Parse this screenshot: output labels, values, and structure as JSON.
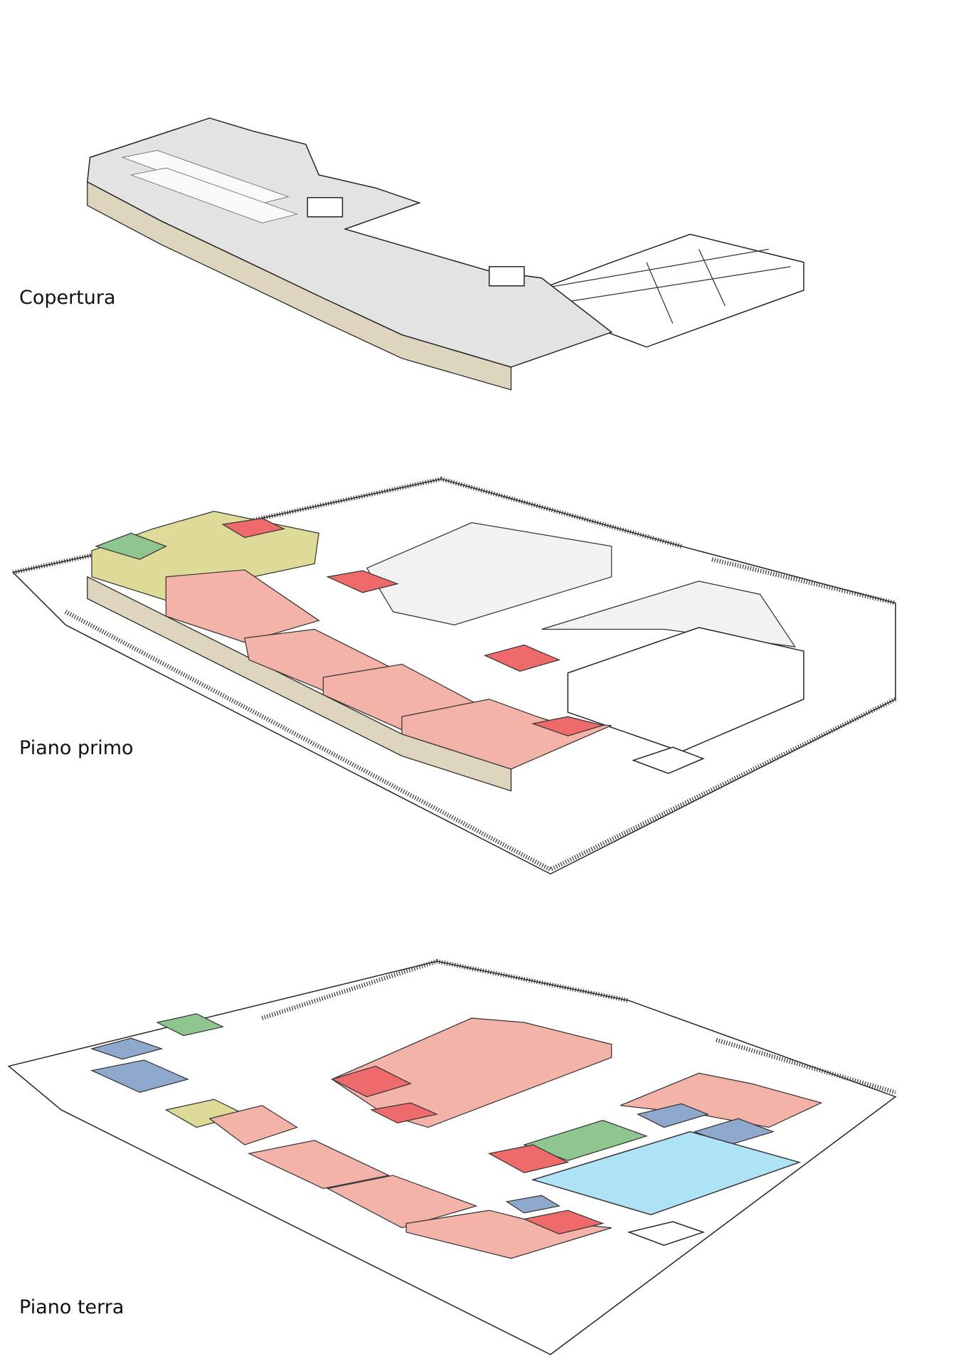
{
  "labels": {
    "roof": "Copertura",
    "first_floor": "Piano primo",
    "ground_floor": "Piano terra"
  },
  "colors": {
    "roof": "#e3e3e3",
    "facade": "#ddd5bd",
    "classroom": "#f4b3a8",
    "services": "#ef6b6b",
    "green_zone": "#8fc690",
    "yellow_zone": "#dedb98",
    "blue_zone": "#8fa9cc",
    "pool": "#aee3f6"
  }
}
